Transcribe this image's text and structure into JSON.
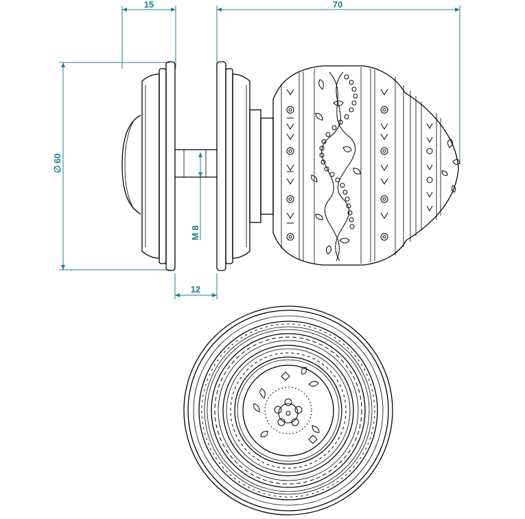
{
  "drawing": {
    "dimensions": {
      "rose_thickness": "15",
      "overall_length": "70",
      "diameter": "60",
      "diameter_symbol": "∅",
      "thread": "M 8",
      "spindle_gap": "12"
    },
    "colors": {
      "dimension": "#1f7f8c",
      "outline": "#000000"
    }
  }
}
